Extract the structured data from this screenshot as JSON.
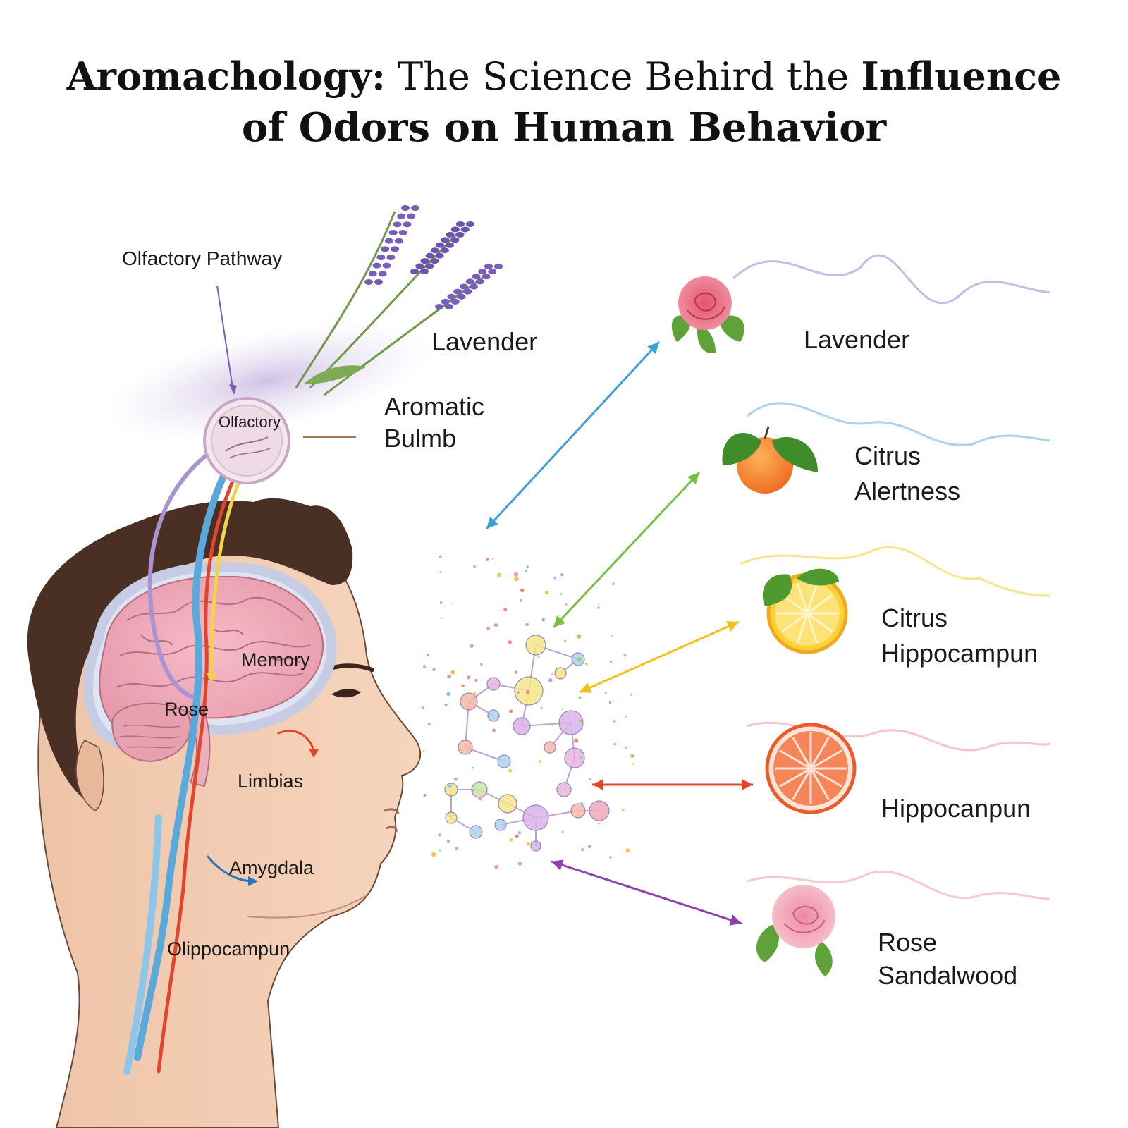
{
  "title": {
    "line1_part1": "Aromachology:",
    "line1_part2": "The Science Behird the",
    "line1_part3": "Influence",
    "line2": "of Odors on Human Behavior"
  },
  "labels": {
    "olfactory_pathway": "Olfactory Pathway",
    "lavender_top": "Lavender",
    "aromatic": "Aromatic",
    "bulmb": "Bulmb",
    "olfactory_bulb": "Olfactory",
    "memory": "Memory",
    "rose_brain": "Rose",
    "limbias": "Limbias",
    "amygdala": "Amygdala",
    "olippocampun": "Olippocampun"
  },
  "scents": [
    {
      "line1": "Lavender",
      "line2": "",
      "icon": "rose-icon",
      "wave_color": "#b8a2dc",
      "arrow_color": "#3f9fd8"
    },
    {
      "line1": "Citrus",
      "line2": "Alertness",
      "icon": "orange-icon",
      "wave_color": "#8cc6e8",
      "arrow_color": "#7cbf3e"
    },
    {
      "line1": "Citrus",
      "line2": "Hippocampun",
      "icon": "lemon-slice-icon",
      "wave_color": "#f2dc6a",
      "arrow_color": "#efc21c"
    },
    {
      "line1": "Hippocanpun",
      "line2": "",
      "icon": "grapefruit-slice-icon",
      "wave_color": "#f2b2bc",
      "arrow_color": "#e2452d"
    },
    {
      "line1": "Rose",
      "line2": "Sandalwood",
      "icon": "pink-rose-icon",
      "wave_color": "#f3b6c6",
      "arrow_color": "#8e3fb0"
    }
  ]
}
